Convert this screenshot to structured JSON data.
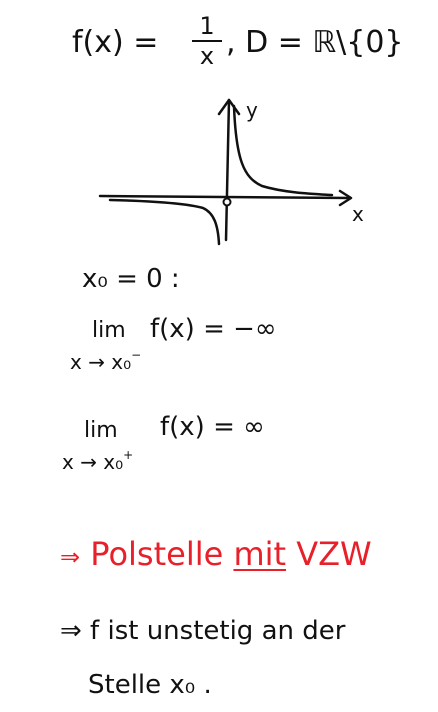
{
  "colors": {
    "ink": "#111111",
    "accent": "#e8202a"
  },
  "definition": {
    "lhs": "f(x) =",
    "num": "1",
    "den": "x",
    "domain": ", D = ℝ\\{0}"
  },
  "graph": {
    "x_label": "x",
    "y_label": "y"
  },
  "point": {
    "text": "x₀ = 0 :"
  },
  "limit_left": {
    "lim": "lim",
    "expr": "f(x) = −∞",
    "under": "x → x₀",
    "side": "−"
  },
  "limit_right": {
    "lim": "lim",
    "expr": "f(x) = ∞",
    "under": "x → x₀",
    "side": "+"
  },
  "conclusion1": {
    "arrow": "⇒",
    "text": "Polstelle",
    "mit": "mit",
    "vzw": "VZW"
  },
  "conclusion2": {
    "line1": "⇒ f ist unstetig an der",
    "line2": "Stelle x₀ ."
  }
}
